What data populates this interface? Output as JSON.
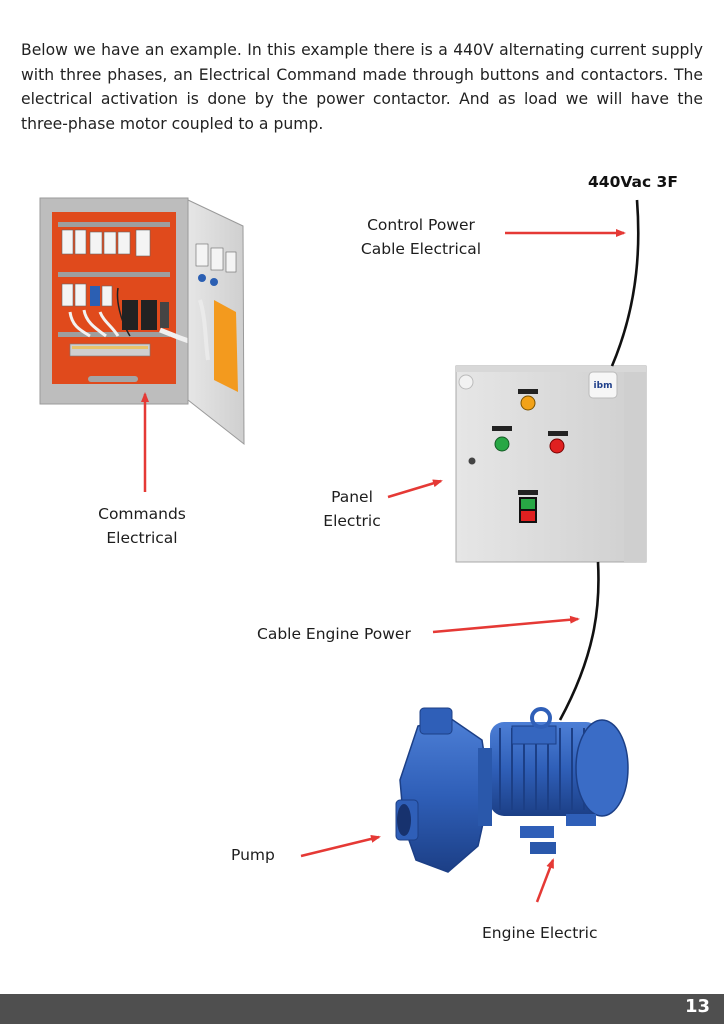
{
  "intro": "Below we have an example. In this example there is a 440V alternating current supply with three phases, an Electrical Command made through buttons and contactors. The electrical activation is done by the power contactor. And as load we will have the three-phase motor coupled to a pump.",
  "labels": {
    "supply": "440Vac 3F",
    "control_cable": [
      "Control Power",
      "Cable Electrical"
    ],
    "commands": [
      "Commands",
      "Electrical"
    ],
    "panel": [
      "Panel",
      "Electric"
    ],
    "engine_cable": "Cable Engine Power",
    "pump": "Pump",
    "engine": "Engine Electric"
  },
  "panel_brand": "ibm",
  "colors": {
    "arrow": "#e53935",
    "panel_background": "#e04a1c",
    "pump_blue": "#2f5fb8",
    "footer": "#4f4f4f"
  },
  "page_number": "13"
}
